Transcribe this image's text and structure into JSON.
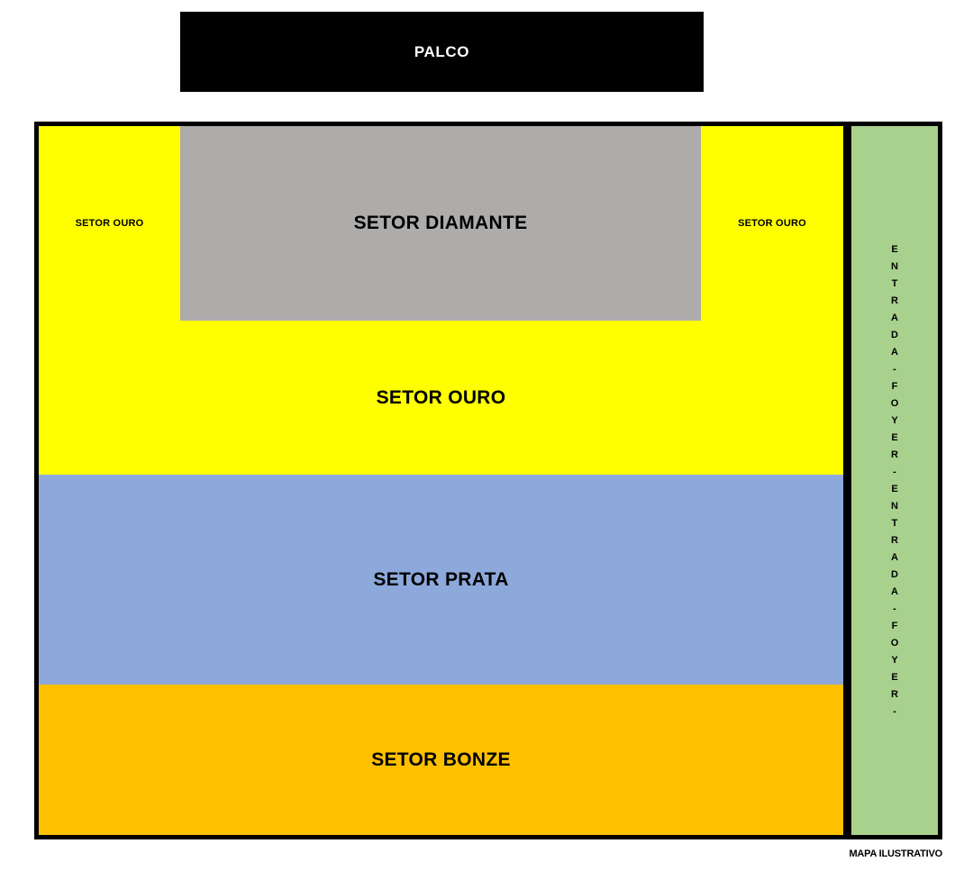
{
  "map": {
    "stage": {
      "label": "PALCO",
      "color": "#000000",
      "text_color": "#ffffff"
    },
    "footnote": "MAPA ILUSTRATIVO",
    "sections": [
      {
        "id": "diamante",
        "label": "SETOR DIAMANTE",
        "color": "#aeabab"
      },
      {
        "id": "ouro-left",
        "label": "SETOR OURO",
        "color": "#ffff00"
      },
      {
        "id": "ouro-right",
        "label": "SETOR OURO",
        "color": "#ffff00"
      },
      {
        "id": "ouro",
        "label": "SETOR OURO",
        "color": "#ffff00"
      },
      {
        "id": "prata",
        "label": "SETOR PRATA",
        "color": "#8da9db"
      },
      {
        "id": "bonze",
        "label": "SETOR BONZE",
        "color": "#ffc000"
      }
    ],
    "foyer": {
      "color": "#a9d18e",
      "text": "ENTRADA - FOYER - ENTRADA - FOYER -",
      "letters": [
        "E",
        "N",
        "T",
        "R",
        "A",
        "D",
        "A",
        "-",
        "F",
        "O",
        "Y",
        "E",
        "R",
        "-",
        "E",
        "N",
        "T",
        "R",
        "A",
        "D",
        "A",
        "-",
        "F",
        "O",
        "Y",
        "E",
        "R",
        "-"
      ]
    }
  }
}
